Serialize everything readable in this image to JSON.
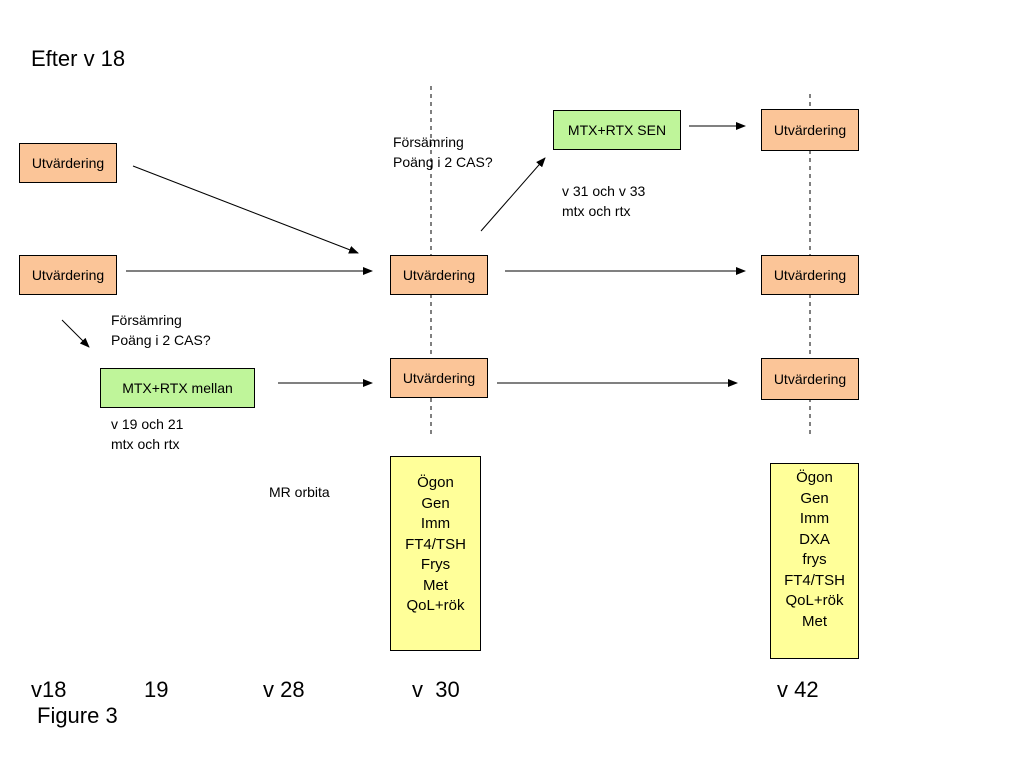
{
  "title": "Efter v 18",
  "caption": "Figure 3",
  "boxes": {
    "utv_top_left": "Utvärdering",
    "utv_mid_left": "Utvärdering",
    "mtx_mellan": "MTX+RTX mellan",
    "mtx_sen": "MTX+RTX SEN",
    "utv_v30_mid": "Utvärdering",
    "utv_v30_low": "Utvärdering",
    "utv_v42_top": "Utvärdering",
    "utv_v42_mid": "Utvärdering",
    "utv_v42_low": "Utvärdering"
  },
  "notes": {
    "forsamring_upper": [
      "Försämring",
      "Poäng i 2 CAS?"
    ],
    "forsamring_lower": [
      "Försämring",
      "Poäng i 2 CAS?"
    ],
    "sen_weeks": [
      "v 31 och v 33",
      "mtx och rtx"
    ],
    "mellan_weeks": [
      "v 19 och 21",
      "mtx och rtx"
    ],
    "mr_orbita": "MR orbita"
  },
  "checklists": {
    "v30": [
      "Ögon",
      "Gen",
      "Imm",
      "FT4/TSH",
      "Frys",
      "Met",
      "QoL+rök"
    ],
    "v42": [
      "Ögon",
      "Gen",
      "Imm",
      "DXA",
      "frys",
      "FT4/TSH",
      "QoL+rök",
      "Met"
    ]
  },
  "timeline": [
    "v18",
    "19",
    "v 28",
    "v  30",
    "v 42"
  ],
  "colors": {
    "orange_box": "#fbc598",
    "green_box": "#bff59a",
    "yellow_box": "#ffff99"
  }
}
